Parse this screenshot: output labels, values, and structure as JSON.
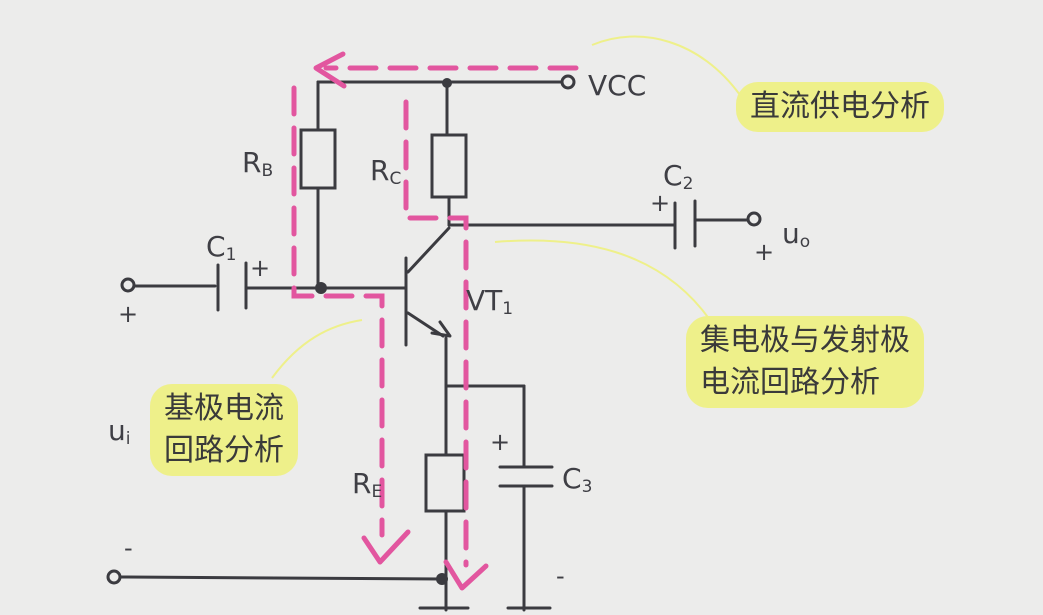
{
  "labels": {
    "vcc": "VCC",
    "rb": "R",
    "rb_sub": "B",
    "rc": "R",
    "rc_sub": "C",
    "c1": "C",
    "c1_sub": "1",
    "c2": "C",
    "c2_sub": "2",
    "c3": "C",
    "c3_sub": "3",
    "vt": "VT",
    "vt_sub": "1",
    "re": "R",
    "re_sub": "E",
    "ui": "u",
    "ui_sub": "i",
    "uo": "u",
    "uo_sub": "o",
    "plus": "+",
    "minus": "-"
  },
  "notes": {
    "dc": "直流供电分析",
    "ce_line1": "集电极与发射极",
    "ce_line2": "电流回路分析",
    "base_line1": "基极电流",
    "base_line2": "回路分析"
  },
  "colors": {
    "wire": "#3b3b40",
    "current_path": "#e2569f",
    "highlight": "#eef08a",
    "background": "#ececeb"
  }
}
